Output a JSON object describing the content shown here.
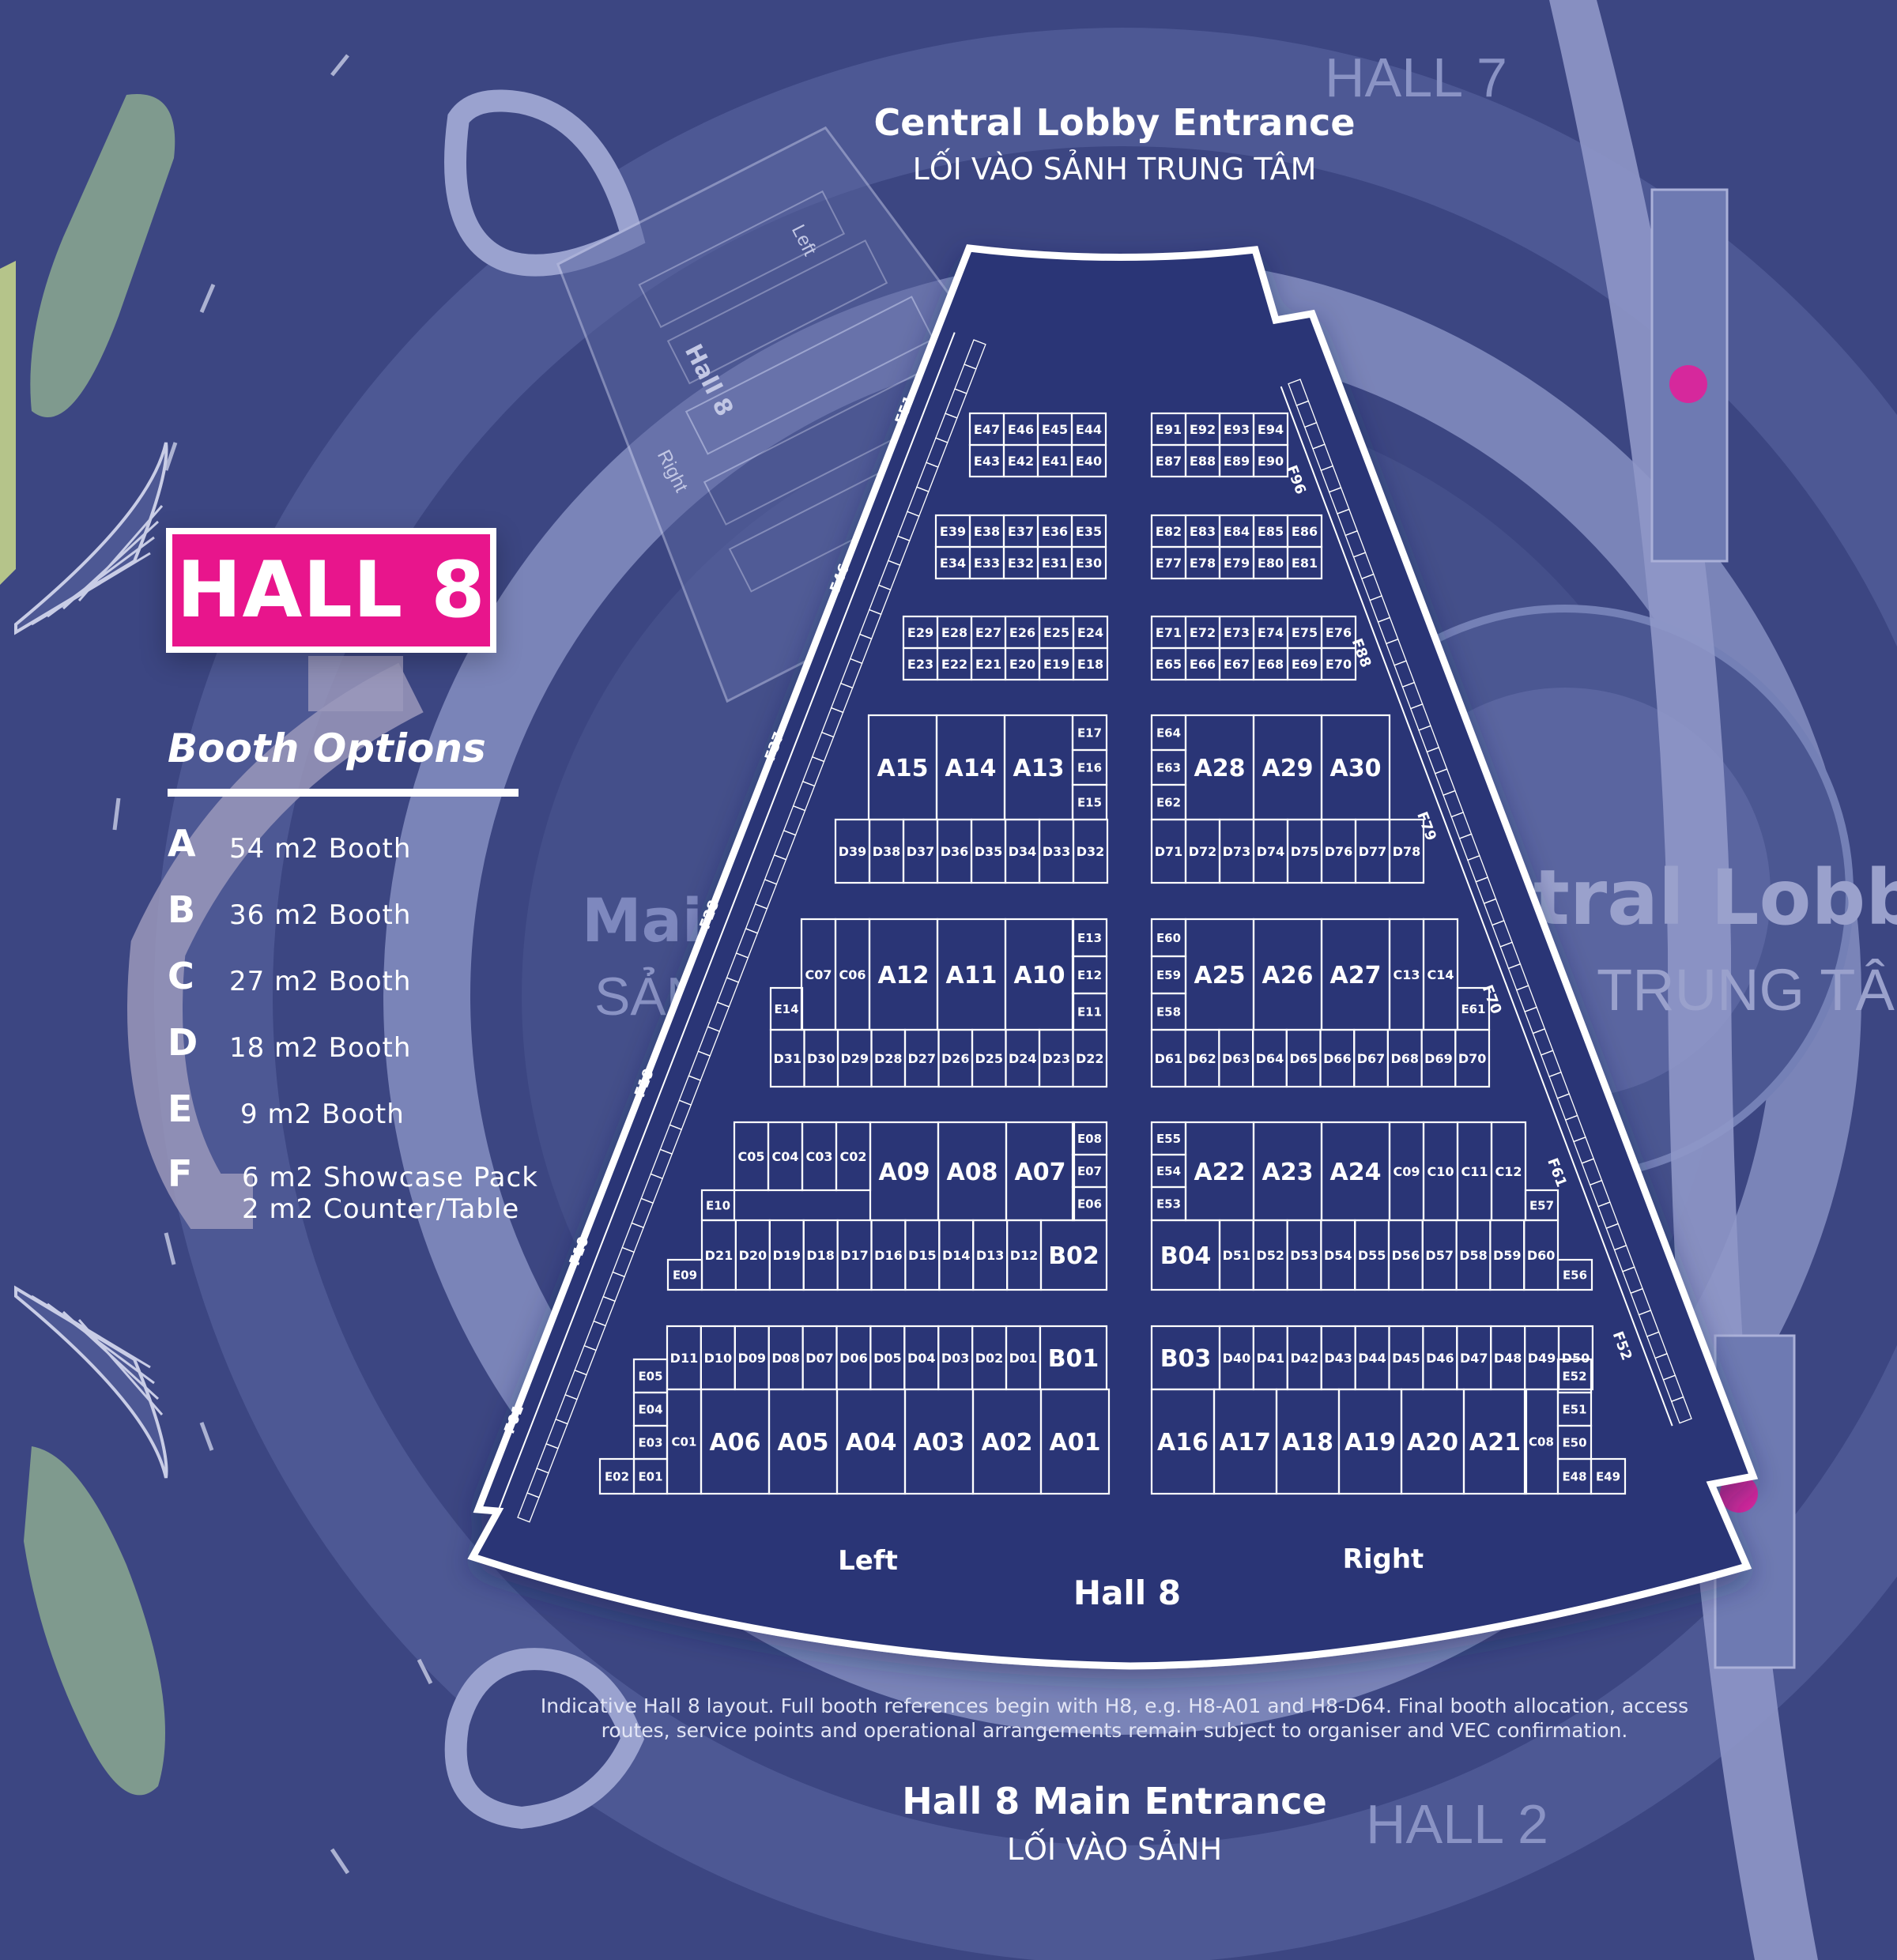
{
  "title": "HALL 8",
  "colors": {
    "background": "#3c4682",
    "hall_fill": "#2b3676",
    "badge": "#e8158c",
    "booth_line": "#ffffff",
    "restroom": "#d6289c"
  },
  "neighbors": {
    "hall7": "HALL 7",
    "hall2": "HALL 2",
    "left_ghost_title": "Main",
    "left_ghost_sub": "SẢN",
    "right_ghost_title": "tral Lobby",
    "right_ghost_sub": "TRUNG TÂM",
    "ghost_hall8_label": "Hall 8",
    "ghost_left": "Left",
    "ghost_right": "Right"
  },
  "entrances": {
    "top_title": "Central Lobby Entrance",
    "top_sub": "LỐI VÀO SẢNH TRUNG TÂM",
    "bottom_title": "Hall 8 Main Entrance",
    "bottom_sub": "LỐI VÀO SẢNH"
  },
  "legend": {
    "heading": "Booth Options",
    "options": [
      {
        "letter": "A",
        "label": "54 m2 Booth"
      },
      {
        "letter": "B",
        "label": "36 m2 Booth"
      },
      {
        "letter": "C",
        "label": "27 m2 Booth"
      },
      {
        "letter": "D",
        "label": "18 m2 Booth"
      },
      {
        "letter": "E",
        "label": "9 m2 Booth"
      },
      {
        "letter": "F",
        "label": "6 m2 Showcase Pack",
        "label2": "2 m2 Counter/Table"
      }
    ]
  },
  "hall_labels": {
    "left": "Left",
    "center": "Hall 8",
    "right": "Right"
  },
  "disclaimer": "Indicative Hall 8 layout. Full booth references begin with H8, e.g. H8-A01 and H8-D64. Final booth allocation, access routes, service points and operational arrangements remain subject to organiser and VEC confirmation.",
  "left_wall_labels": [
    "F01",
    "F10",
    "F19",
    "F28",
    "F37",
    "F46",
    "F51"
  ],
  "right_wall_labels": [
    "F96",
    "F88",
    "F79",
    "F70",
    "F61",
    "F52"
  ],
  "booth_groups": [
    {
      "id": "g1",
      "booths": [
        "E47",
        "E46",
        "E45",
        "E44",
        "E43",
        "E42",
        "E41",
        "E40"
      ]
    },
    {
      "id": "g2",
      "booths": [
        "E91",
        "E92",
        "E93",
        "E94",
        "E87",
        "E88",
        "E89",
        "E90"
      ]
    },
    {
      "id": "g3",
      "booths": [
        "E39",
        "E38",
        "E37",
        "E36",
        "E35",
        "E34",
        "E33",
        "E32",
        "E31",
        "E30"
      ]
    },
    {
      "id": "g4",
      "booths": [
        "E82",
        "E83",
        "E84",
        "E85",
        "E86",
        "E77",
        "E78",
        "E79",
        "E80",
        "E81"
      ]
    },
    {
      "id": "g5",
      "booths": [
        "E29",
        "E28",
        "E27",
        "E26",
        "E25",
        "E24",
        "E23",
        "E22",
        "E21",
        "E20",
        "E19",
        "E18"
      ]
    },
    {
      "id": "g6",
      "booths": [
        "E71",
        "E72",
        "E73",
        "E74",
        "E75",
        "E76",
        "E65",
        "E66",
        "E67",
        "E68",
        "E69",
        "E70"
      ]
    },
    {
      "id": "g7",
      "booths": [
        "A15",
        "A14",
        "A13",
        "E17",
        "E16",
        "E15",
        "D39",
        "D38",
        "D37",
        "D36",
        "D35",
        "D34",
        "D33",
        "D32"
      ]
    },
    {
      "id": "g8",
      "booths": [
        "E64",
        "E63",
        "E62",
        "A28",
        "A29",
        "A30",
        "D71",
        "D72",
        "D73",
        "D74",
        "D75",
        "D76",
        "D77",
        "D78"
      ]
    },
    {
      "id": "g9",
      "booths": [
        "C07",
        "C06",
        "A12",
        "A11",
        "A10",
        "E13",
        "E12",
        "E11",
        "E14",
        "D31",
        "D30",
        "D29",
        "D28",
        "D27",
        "D26",
        "D25",
        "D24",
        "D23",
        "D22"
      ]
    },
    {
      "id": "g10",
      "booths": [
        "E60",
        "E59",
        "E58",
        "A25",
        "A26",
        "A27",
        "C13",
        "C14",
        "E61",
        "D61",
        "D62",
        "D63",
        "D64",
        "D65",
        "D66",
        "D67",
        "D68",
        "D69",
        "D70"
      ]
    },
    {
      "id": "g11",
      "booths": [
        "C05",
        "C04",
        "C03",
        "C02",
        "A09",
        "A08",
        "A07",
        "E08",
        "E07",
        "E06",
        "E10",
        "D21",
        "D20",
        "D19",
        "D18",
        "D17",
        "D16",
        "D15",
        "D14",
        "D13",
        "D12",
        "B02",
        "E09"
      ]
    },
    {
      "id": "g12",
      "booths": [
        "E55",
        "E54",
        "E53",
        "A22",
        "A23",
        "A24",
        "C09",
        "C10",
        "C11",
        "C12",
        "E57",
        "B04",
        "D51",
        "D52",
        "D53",
        "D54",
        "D55",
        "D56",
        "D57",
        "D58",
        "D59",
        "D60",
        "E56"
      ]
    },
    {
      "id": "g13",
      "booths": [
        "D11",
        "D10",
        "D09",
        "D08",
        "D07",
        "D06",
        "D05",
        "D04",
        "D03",
        "D02",
        "D01",
        "B01",
        "E05",
        "E04",
        "E03",
        "C01",
        "A06",
        "A05",
        "A04",
        "A03",
        "A02",
        "A01",
        "E02",
        "E01"
      ]
    },
    {
      "id": "g14",
      "booths": [
        "B03",
        "D40",
        "D41",
        "D42",
        "D43",
        "D44",
        "D45",
        "D46",
        "D47",
        "D48",
        "D49",
        "D50",
        "E52",
        "E51",
        "E50",
        "C08",
        "A16",
        "A17",
        "A18",
        "A19",
        "A20",
        "A21",
        "E48",
        "E49"
      ]
    }
  ]
}
